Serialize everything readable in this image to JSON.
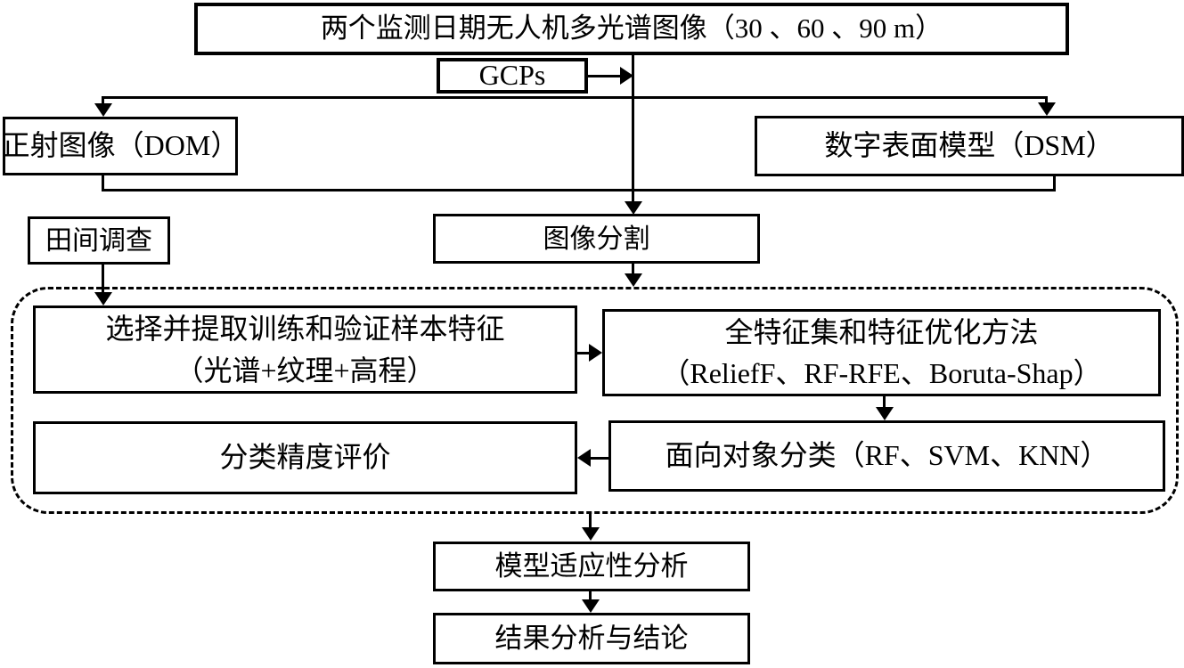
{
  "diagram": {
    "nodes": {
      "uav": {
        "label": "两个监测日期无人机多光谱图像（30 、60 、90 m）"
      },
      "gcps": {
        "label": "GCPs"
      },
      "dom": {
        "label": "正射图像（DOM）"
      },
      "dsm": {
        "label": "数字表面模型（DSM）"
      },
      "field_survey": {
        "label": "田间调查"
      },
      "segmentation": {
        "label": "图像分割"
      },
      "sample_features": {
        "line1": "选择并提取训练和验证样本特征",
        "line2": "（光谱+纹理+高程）"
      },
      "feature_optimization": {
        "line1": "全特征集和特征优化方法",
        "line2": "（ReliefF、RF-RFE、Boruta-Shap）"
      },
      "object_classification": {
        "label": "面向对象分类（RF、SVM、KNN）"
      },
      "accuracy_evaluation": {
        "label": "分类精度评价"
      },
      "model_adaptability": {
        "label": "模型适应性分析"
      },
      "results_conclusion": {
        "label": "结果分析与结论"
      }
    },
    "colors": {
      "line": "#000000",
      "box_fill": "#ffffff",
      "text": "#000000"
    }
  }
}
